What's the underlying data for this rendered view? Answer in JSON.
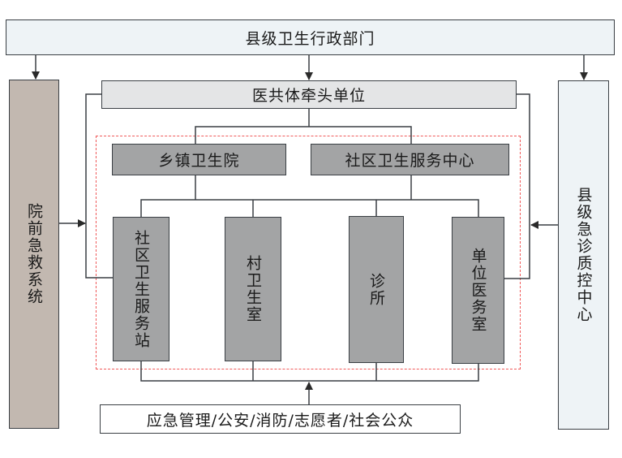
{
  "diagram": {
    "top": "县级卫生行政部门",
    "hub": "医共体牵头单位",
    "left_side": "院前急救系统",
    "right_side": "县级急诊质控中心",
    "level2": [
      "乡镇卫生院",
      "社区卫生服务中心"
    ],
    "level3": [
      "社区卫生服务站",
      "村卫生室",
      "诊所",
      "单位医务室"
    ],
    "bottom": "应急管理/公安/消防/志愿者/社会公众"
  },
  "colors": {
    "top_fill": "#eef3f6",
    "hub_fill": "#e4e5e6",
    "left_fill": "#c2b8b0",
    "node_fill": "#a3a4a5",
    "zone_border": "#f05a5a",
    "line": "#3a3f44"
  }
}
